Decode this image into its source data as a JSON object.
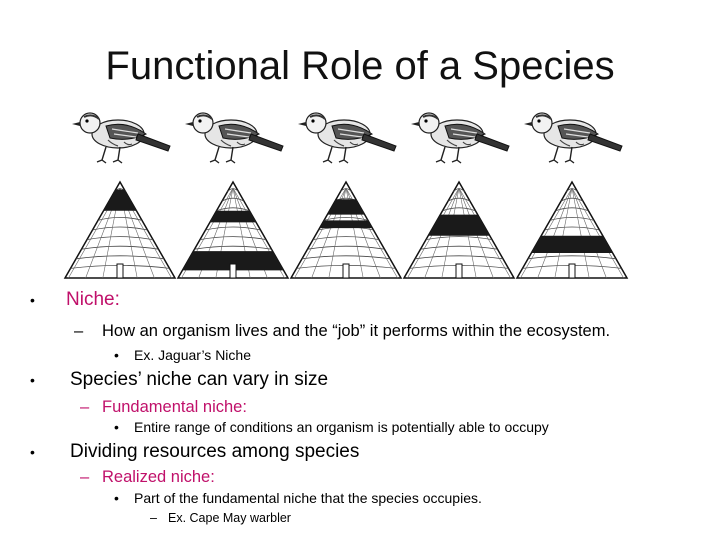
{
  "slide": {
    "title": "Functional Role of a Species",
    "bullets": [
      {
        "marker": "•",
        "text": "Niche:"
      },
      {
        "marker": "–",
        "text": "How an organism lives and the “job” it performs within the ecosystem."
      },
      {
        "marker": "•",
        "text": "Ex. Jaguar’s Niche"
      },
      {
        "marker": "•",
        "text": "Species’ niche can vary in size"
      },
      {
        "marker": "–",
        "text": "Fundamental niche:"
      },
      {
        "marker": "•",
        "text": "Entire range of conditions an organism is potentially able to occupy"
      },
      {
        "marker": "•",
        "text": "Dividing resources among species"
      },
      {
        "marker": "–",
        "text": "Realized niche:"
      },
      {
        "marker": "•",
        "text": "Part of the fundamental niche that the species occupies."
      },
      {
        "marker": "–",
        "text": "Ex. Cape May warbler"
      }
    ]
  },
  "figure": {
    "warblers": [
      {
        "tree_feeding_zone": "top"
      },
      {
        "tree_feeding_zone": "middle-bottom"
      },
      {
        "tree_feeding_zone": "upper"
      },
      {
        "tree_feeding_zone": "middle"
      },
      {
        "tree_feeding_zone": "lower-middle"
      }
    ]
  },
  "colors": {
    "accent": "#c0106a",
    "text": "#000000"
  }
}
